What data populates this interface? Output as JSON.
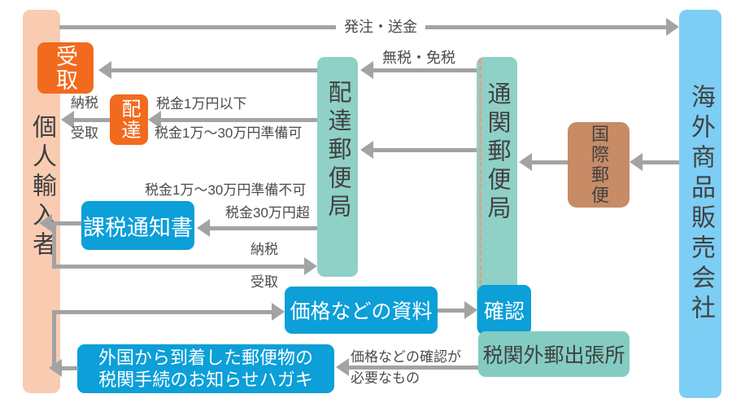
{
  "title": "個人輸入（国際郵便）の流れ図",
  "colors": {
    "salmon": "#f9ccb2",
    "light_blue": "#7dcef4",
    "teal": "#8fd0c7",
    "teal_box": "#84ccc2",
    "blue": "#0c9fd8",
    "orange": "#f26a1e",
    "brown": "#c78b66",
    "arrow": "#a3a3a3",
    "dash": "#ec9b80",
    "text_dark": "#414141",
    "label": "#4b4b4b"
  },
  "nodes": {
    "importer": "個人輸入者",
    "seller": "海外商品販売会社",
    "delivery_post_office": "配達郵便局",
    "customs_post_office": "通関郵便局",
    "international_mail": "国際郵便",
    "receive_box": "受取",
    "delivery_box": "配達",
    "tax_notice": "課税通知書",
    "price_documents": "価格などの資料",
    "confirm": "確認",
    "customs_branch": "税関外郵出張所",
    "postcard_line1": "外国から到着した郵便物の",
    "postcard_line2": "税関手続のお知らせハガキ"
  },
  "labels": {
    "order": "発注・送金",
    "duty_free": "無税・免税",
    "pay_tax_top": "納税",
    "receive_top": "受取",
    "tax_under_10k": "税金1万円以下",
    "tax_10_30_ok": "税金1万〜30万円準備可",
    "tax_10_30_ng": "税金1万〜30万円準備不可",
    "tax_over_300k": "税金30万円超",
    "pay_tax_mid": "納税",
    "receive_mid": "受取",
    "price_check_line1": "価格などの確認が",
    "price_check_line2": "必要なもの"
  }
}
